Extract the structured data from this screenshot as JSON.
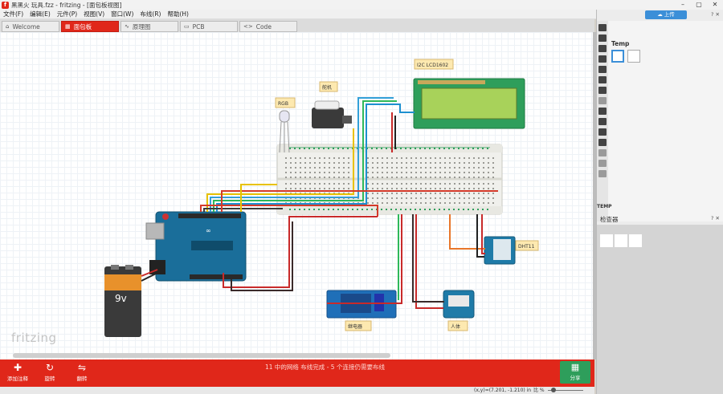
{
  "window": {
    "title": "黑黑火 玩具.fzz - fritzing - [面包板视图]",
    "min": "–",
    "max": "▢",
    "close": "✕"
  },
  "menu": [
    "文件(F)",
    "编辑(E)",
    "元件(P)",
    "视图(V)",
    "窗口(W)",
    "布线(R)",
    "帮助(H)"
  ],
  "tabs": [
    {
      "icon": "⌂",
      "label": "Welcome"
    },
    {
      "icon": "▦",
      "label": "面包板"
    },
    {
      "icon": "∿",
      "label": "原理图"
    },
    {
      "icon": "▭",
      "label": "PCB"
    },
    {
      "icon": "<>",
      "label": "Code"
    }
  ],
  "canvas": {
    "watermark": "fritzing",
    "labels": {
      "lcd": "I2C LCD1602",
      "servo": "舵机",
      "rgb": "RGB",
      "dht": "DHT11",
      "relay": "继电器",
      "sensor": "人体",
      "battery": "9v"
    }
  },
  "toolbar": {
    "tools": [
      {
        "icon": "✚",
        "label": "添加注释"
      },
      {
        "icon": "↻",
        "label": "旋转"
      },
      {
        "icon": "⇋",
        "label": "翻转"
      }
    ],
    "routing_status": "11 中的网络 布线完成 - 5 个连接仍需要布线",
    "share": {
      "icon": "▦",
      "label": "分享"
    }
  },
  "status": {
    "coords": "(x,y)=(7.201, -1.210) in",
    "zoom_label": "比 %"
  },
  "rightpanel": {
    "upload": "☁ 上传",
    "panel_controls": "? ✕",
    "parts_title": "Temp",
    "temp_label": "TEMP",
    "inspector_title": "检查器",
    "inspector_controls": "? ✕"
  },
  "colors": {
    "accent": "#e0271a",
    "share": "#2e9e5b",
    "upload": "#3b8fd8",
    "arduino": "#1a6e9a",
    "lcd_screen": "#a8d25a",
    "board": "#1f7ba8"
  }
}
